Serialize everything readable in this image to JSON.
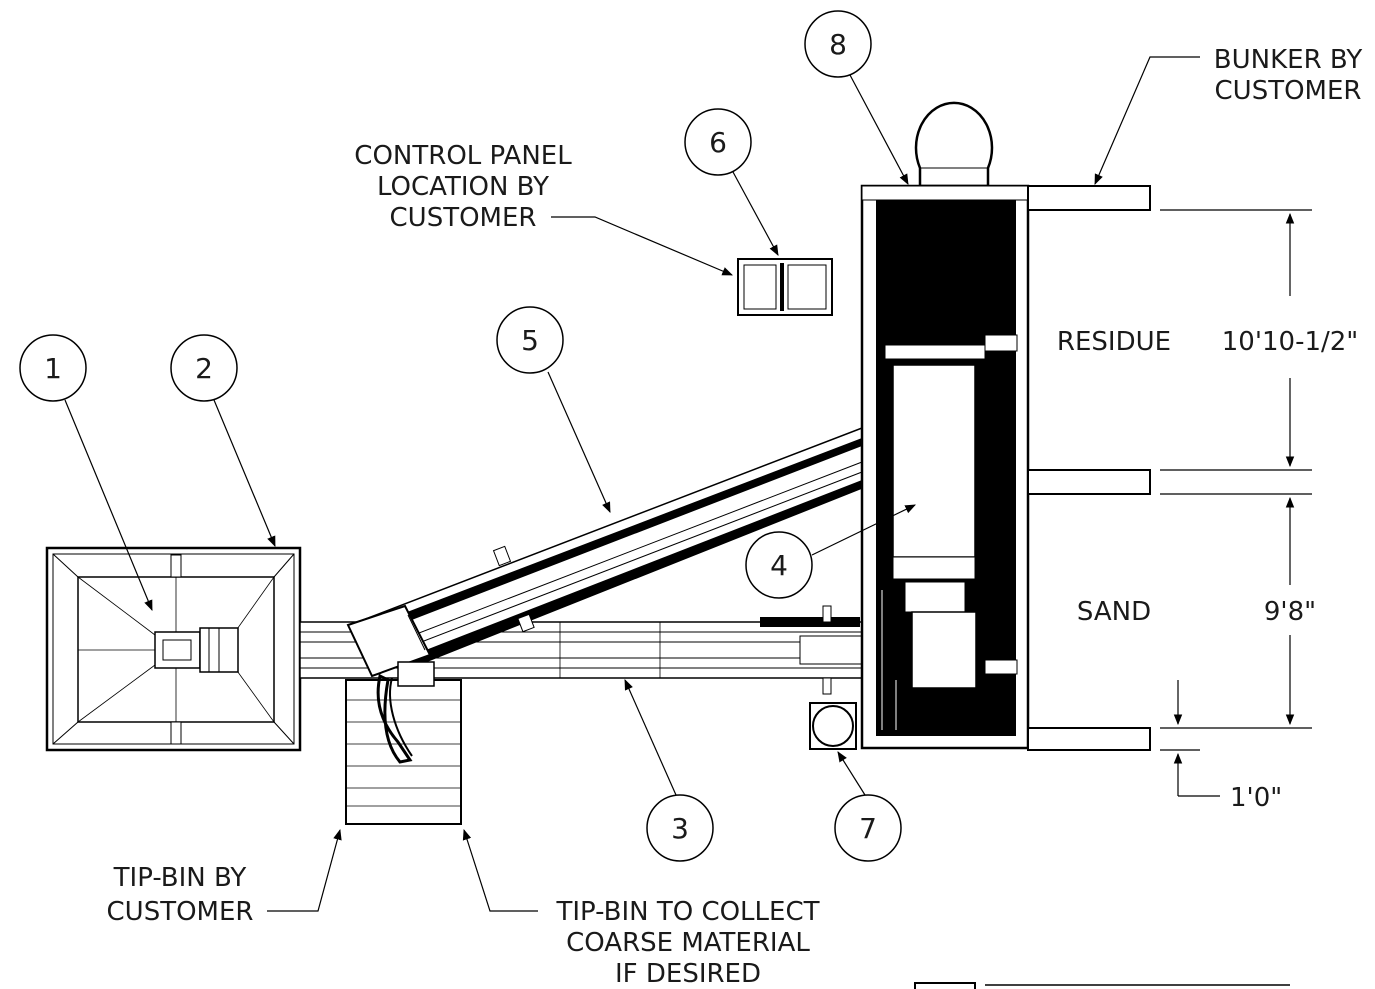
{
  "balloons": [
    "1",
    "2",
    "3",
    "4",
    "5",
    "6",
    "7",
    "8"
  ],
  "callouts": {
    "bunker": [
      "BUNKER BY",
      "CUSTOMER"
    ],
    "control_panel": [
      "CONTROL PANEL",
      "LOCATION BY",
      "CUSTOMER"
    ],
    "tip_bin": [
      "TIP-BIN BY",
      "CUSTOMER"
    ],
    "tip_bin_coarse": [
      "TIP-BIN TO COLLECT",
      "COARSE MATERIAL",
      "IF DESIRED"
    ]
  },
  "zones": {
    "residue": "RESIDUE",
    "sand": "SAND"
  },
  "dimensions": {
    "residue_bay": "10'10-1/2\"",
    "sand_bay": "9'8\"",
    "wall": "1'0\""
  }
}
